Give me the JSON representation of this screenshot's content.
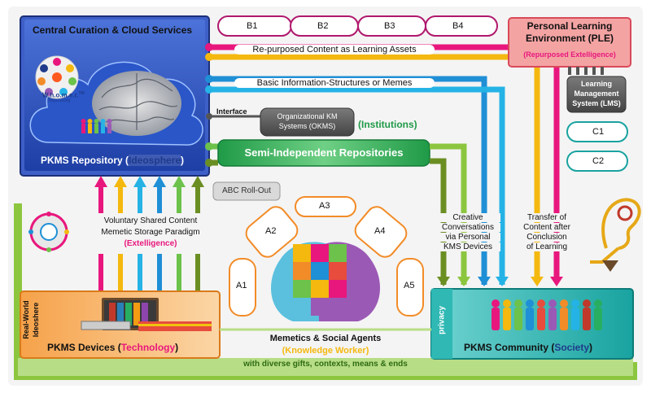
{
  "central": {
    "title": "Central Curation & Cloud Services",
    "repo_label_pre": "PKMS Repository (",
    "repo_label_em": "Ideosphere",
    "repo_label_post": ")",
    "logo_text": "W.h.o.m.e.r.",
    "logo_tm": "TM",
    "logo_sub": "Repository"
  },
  "ple": {
    "title_line1": "Personal Learning",
    "title_line2": "Environment (PLE)",
    "subtitle": "(Repurposed Extelligence)"
  },
  "lms": {
    "line1": "Learning",
    "line2": "Management",
    "line3": "System (LMS)"
  },
  "b_boxes": [
    "B1",
    "B2",
    "B3",
    "B4"
  ],
  "c_boxes": [
    "C1",
    "C2"
  ],
  "a_boxes": [
    "A1",
    "A2",
    "A3",
    "A4",
    "A5"
  ],
  "bands": {
    "repurposed": "Re-purposed Content as Learning Assets",
    "basic": "Basic Information-Structures or Memes"
  },
  "interface": {
    "label": "Interface",
    "okms_line1": "Organizational KM",
    "okms_line2": "Systems (OKMS)",
    "institutions": "(Institutions)"
  },
  "semi": "Semi-Independent Repositories",
  "abc": "ABC Roll-Out",
  "voluntary": {
    "line1": "Voluntary Shared Content",
    "line2": "Memetic Storage Paradigm",
    "line3": "(Extelligence)"
  },
  "creative": {
    "line1": "Creative",
    "line2": "Conversations",
    "line3": "via Personal",
    "line4": "KMS Devices"
  },
  "transfer": {
    "line1": "Transfer of",
    "line2": "Content after",
    "line3": "Conclusion",
    "line4": "of Learning"
  },
  "devices": {
    "side_line1": "Real-World",
    "side_line2": "Ideoshere",
    "label_pre": "PKMS Devices (",
    "label_em": "Technology",
    "label_post": ")"
  },
  "community": {
    "privacy": "privacy",
    "label_pre": "PKMS Community (",
    "label_em": "Society",
    "label_post": ")"
  },
  "memetics": {
    "line1": "Memetics & Social Agents",
    "line2": "(Knowledge Worker)",
    "line3": "with diverse gifts, contexts, means & ends"
  },
  "colors": {
    "magenta": "#e8177d",
    "yellow": "#f4b80f",
    "blue": "#1f8fd6",
    "cyan": "#25b3e6",
    "green": "#6cc24a",
    "olive": "#6b8e23",
    "navy": "#1f3a8a",
    "orange": "#f28c28",
    "teal": "#19a3a0",
    "lime": "#8cc63f"
  }
}
